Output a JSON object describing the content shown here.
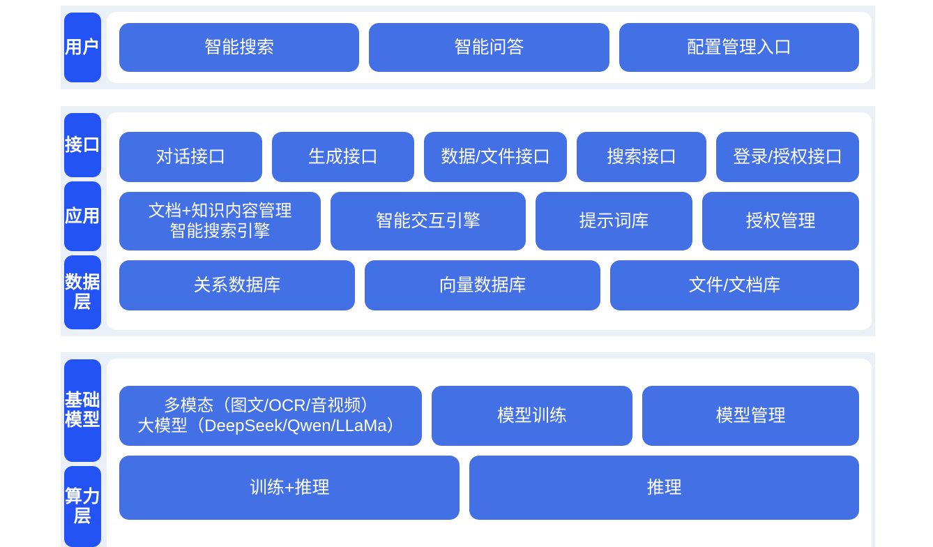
{
  "diagram": {
    "title": "AI Platform Layered Architecture",
    "colors": {
      "badge_blue": "#2353f5",
      "box_blue": "#4370e4",
      "band_background": "#ebf0f8",
      "card_background": "#ffffff",
      "page_background": "#ffffff",
      "box_text": "#ffffff"
    }
  },
  "sections": {
    "user": {
      "badges": [
        {
          "label": "用户"
        }
      ],
      "rows": [
        {
          "name": "user-entry-row",
          "boxes": [
            {
              "label": "智能搜索"
            },
            {
              "label": "智能问答"
            },
            {
              "label": "配置管理入口"
            }
          ]
        }
      ]
    },
    "middle": {
      "badges": [
        {
          "label": "接口"
        },
        {
          "label": "应用"
        },
        {
          "label": "数据层"
        }
      ],
      "rows": [
        {
          "name": "interface-row",
          "boxes": [
            {
              "label": "对话接口"
            },
            {
              "label": "生成接口"
            },
            {
              "label": "数据/文件接口"
            },
            {
              "label": "搜索接口"
            },
            {
              "label": "登录/授权接口"
            }
          ]
        },
        {
          "name": "application-row",
          "boxes": [
            {
              "label": "文档+知识内容管理\n智能搜索引擎"
            },
            {
              "label": "智能交互引擎"
            },
            {
              "label": "提示词库"
            },
            {
              "label": "授权管理"
            }
          ]
        },
        {
          "name": "data-row",
          "boxes": [
            {
              "label": "关系数据库"
            },
            {
              "label": "向量数据库"
            },
            {
              "label": "文件/文档库"
            }
          ]
        }
      ]
    },
    "base": {
      "badges": [
        {
          "label": "基础模型"
        },
        {
          "label": "算力层"
        }
      ],
      "rows": [
        {
          "name": "model-row",
          "boxes": [
            {
              "label": "多模态（图文/OCR/音视频）\n大模型（DeepSeek/Qwen/LLaMa）"
            },
            {
              "label": "模型训练"
            },
            {
              "label": "模型管理"
            }
          ]
        },
        {
          "name": "compute-row",
          "boxes": [
            {
              "label": "训练+推理"
            },
            {
              "label": "推理"
            }
          ]
        }
      ]
    }
  }
}
